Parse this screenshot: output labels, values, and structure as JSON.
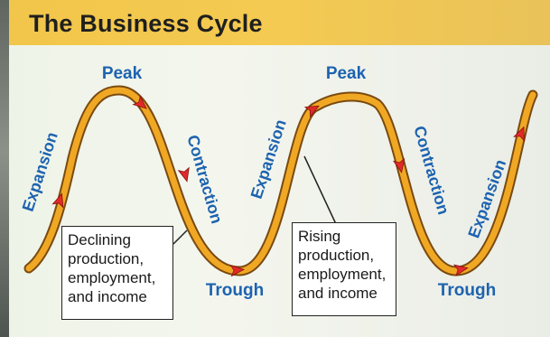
{
  "title": "The Business Cycle",
  "labels": {
    "expansion": "Expansion",
    "peak": "Peak",
    "contraction": "Contraction",
    "trough": "Trough"
  },
  "callouts": {
    "declining": [
      "Declining",
      "production,",
      "employment,",
      "and income"
    ],
    "rising": [
      "Rising",
      "production,",
      "employment,",
      "and income"
    ]
  },
  "colors": {
    "title_bar": "#f2c64a",
    "curve": "#f0a824",
    "arrow": "#e02a2a",
    "label_blue": "#1d63b0"
  }
}
